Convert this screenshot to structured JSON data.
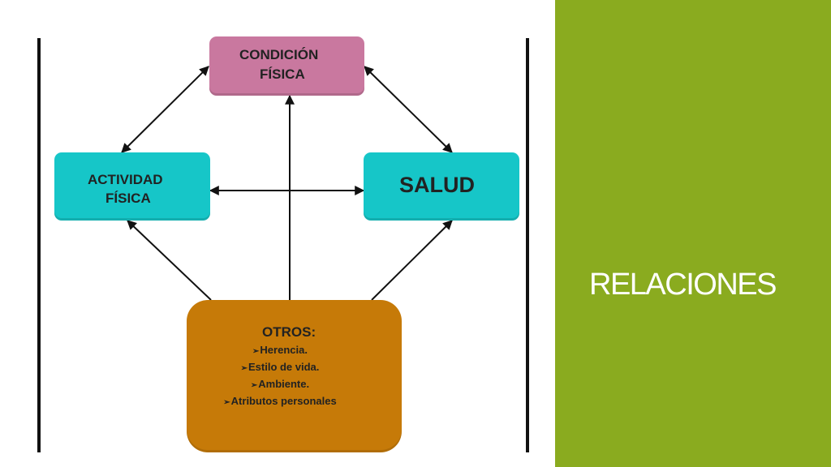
{
  "diagram": {
    "condicion": {
      "label_line1": "CONDICIÓN",
      "label_line2": "FÍSICA"
    },
    "actividad": {
      "label_line1": "ACTIVIDAD",
      "label_line2": "FÍSICA"
    },
    "salud": {
      "label": "SALUD"
    },
    "otros": {
      "title": "OTROS:",
      "bullet_glyph": "➢",
      "items": [
        "Herencia.",
        "Estilo de vida.",
        "Ambiente.",
        "Atributos personales"
      ]
    },
    "colors": {
      "condicion": "#c9789f",
      "actividad": "#16c6c8",
      "salud": "#16c6c8",
      "otros": "#c67a08"
    }
  },
  "side_panel": {
    "title": "RELACIONES",
    "background": "#8aab1f"
  }
}
